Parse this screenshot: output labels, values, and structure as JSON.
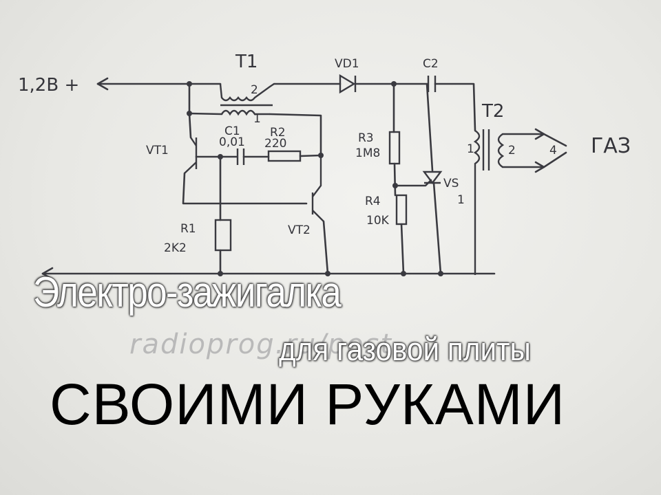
{
  "schematic": {
    "supply": "1,2B +",
    "t1": "T1",
    "t1_winding_2": "2",
    "t1_winding_1": "1",
    "vd1": "VD1",
    "c2": "C2",
    "t2": "T2",
    "t2_winding_1": "1",
    "t2_winding_2": "2",
    "spark_gap": "4",
    "gas": "ГАЗ",
    "vt1": "VT1",
    "c1": "C1",
    "c1_value": "0,01",
    "r2": "R2",
    "r2_value": "220",
    "r3": "R3",
    "r3_value": "1M8",
    "vs": "VS",
    "vs_num": "1",
    "r4": "R4",
    "r4_value": "10K",
    "r1": "R1",
    "r1_value": "2K2",
    "vt2": "VT2"
  },
  "watermark": "radioprog.ru/post",
  "title": {
    "line1": "Электро-зажигалка",
    "line2": "для газовой плиты",
    "line3": "СВОИМИ РУКАМИ"
  }
}
